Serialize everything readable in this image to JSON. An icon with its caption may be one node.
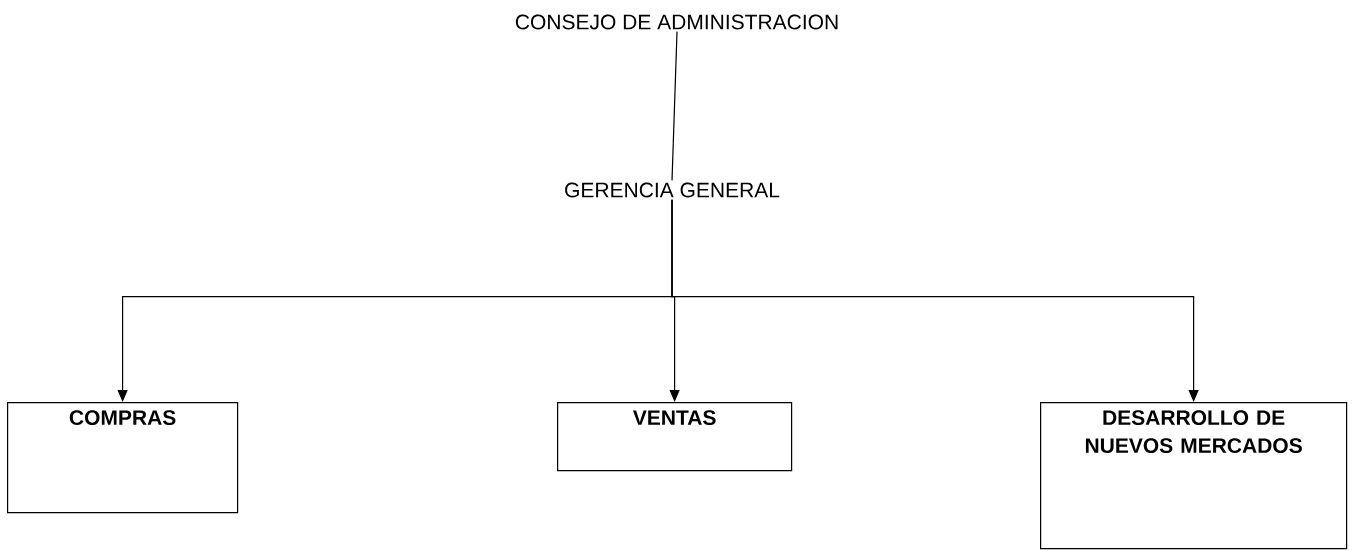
{
  "diagram": {
    "nodes": [
      {
        "text": [
          "CONSEJO DE ADMINISTRACION"
        ]
      },
      {
        "text": [
          "GERENCIA GENERAL"
        ]
      },
      {
        "text": [
          "COMPRAS"
        ]
      },
      {
        "text": [
          "VENTAS"
        ]
      },
      {
        "text": [
          "DESARROLLO DE NUEVOS MERCADOS"
        ]
      }
    ],
    "edges": [
      {
        "from": 0,
        "to": 1,
        "arrow": "none"
      },
      {
        "from": 1,
        "to": 2,
        "arrow": "to"
      },
      {
        "from": 1,
        "to": 3,
        "arrow": "to"
      },
      {
        "from": 1,
        "to": 4,
        "arrow": "to"
      }
    ]
  }
}
